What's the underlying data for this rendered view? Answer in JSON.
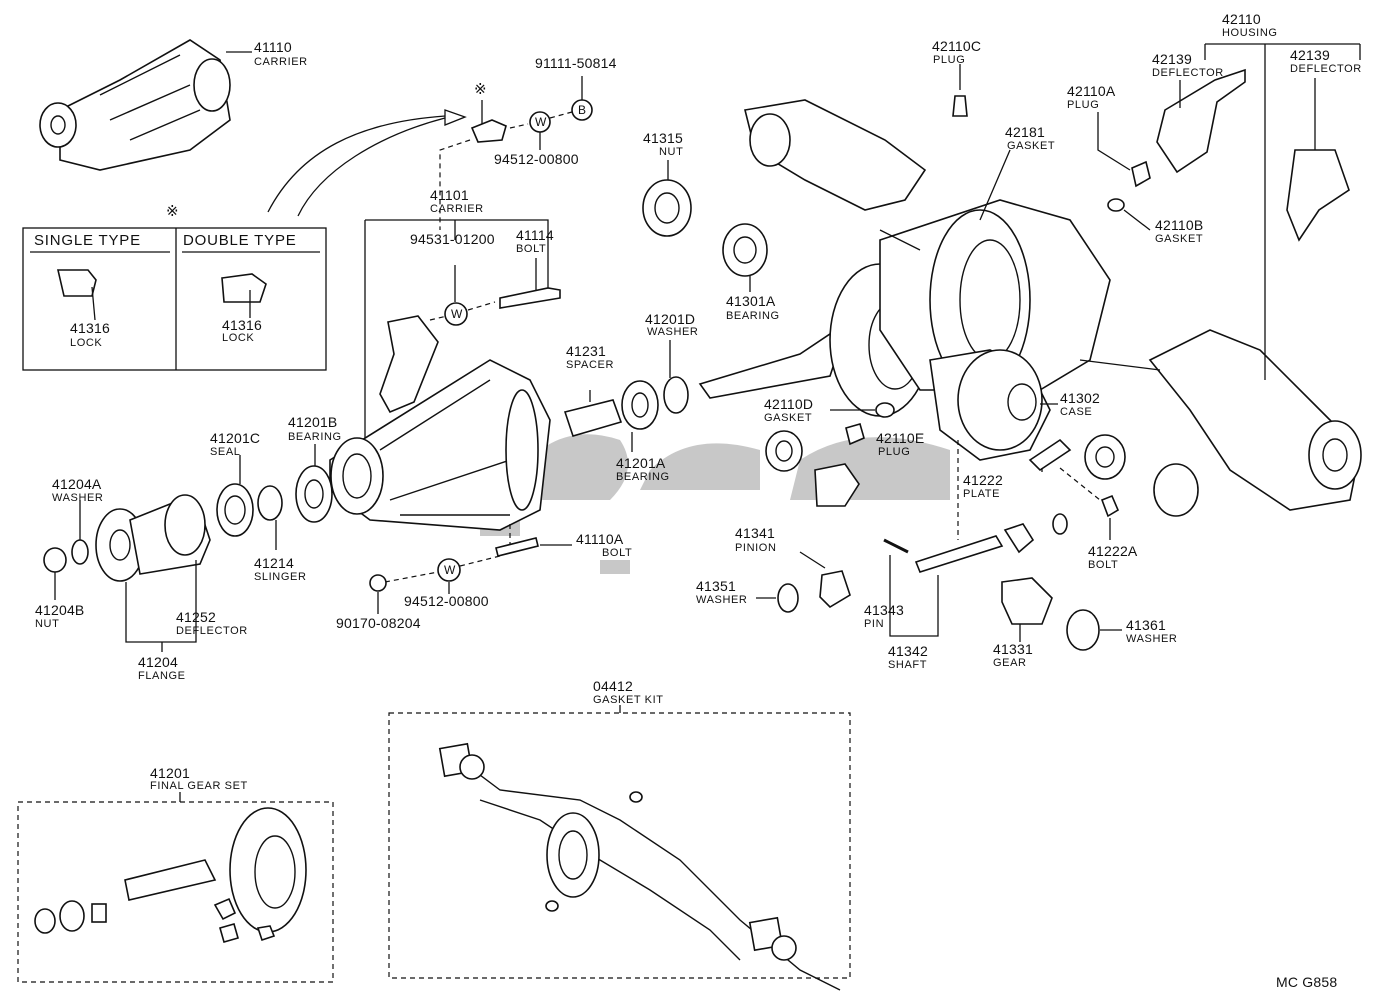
{
  "labels": {
    "carrier_41110": {
      "no": "41110",
      "name": "CARRIER"
    },
    "bolt_91111": {
      "no": "91111-50814"
    },
    "washer_94512_top": {
      "no": "94512-00800"
    },
    "nut_41315": {
      "no": "41315",
      "name": "NUT"
    },
    "carrier_41101": {
      "no": "41101",
      "name": "CARRIER"
    },
    "part_94531": {
      "no": "94531-01200"
    },
    "bolt_41114": {
      "no": "41114",
      "name": "BOLT"
    },
    "lock_single": {
      "no": "41316",
      "name": "LOCK"
    },
    "lock_double": {
      "no": "41316",
      "name": "LOCK"
    },
    "bearing_41301A": {
      "no": "41301A",
      "name": "BEARING"
    },
    "washer_41201D": {
      "no": "41201D",
      "name": "WASHER"
    },
    "spacer_41231": {
      "no": "41231",
      "name": "SPACER"
    },
    "bearing_41201A": {
      "no": "41201A",
      "name": "BEARING"
    },
    "bearing_41201B": {
      "no": "41201B",
      "name": "BEARING"
    },
    "seal_41201C": {
      "no": "41201C",
      "name": "SEAL"
    },
    "washer_41204A": {
      "no": "41204A",
      "name": "WASHER"
    },
    "nut_41204B": {
      "no": "41204B",
      "name": "NUT"
    },
    "slinger_41214": {
      "no": "41214",
      "name": "SLINGER"
    },
    "deflector_41252": {
      "no": "41252",
      "name": "DEFLECTOR"
    },
    "flange_41204": {
      "no": "41204",
      "name": "FLANGE"
    },
    "bolt_41110A": {
      "no": "41110A",
      "name": "BOLT"
    },
    "washer_94512_bottom": {
      "no": "94512-00800"
    },
    "nut_90170": {
      "no": "90170-08204"
    },
    "housing_42110": {
      "no": "42110",
      "name": "HOUSING"
    },
    "plug_42110C": {
      "no": "42110C",
      "name": "PLUG"
    },
    "plug_42110A": {
      "no": "42110A",
      "name": "PLUG"
    },
    "deflector_42139_left": {
      "no": "42139",
      "name": "DEFLECTOR"
    },
    "deflector_42139_right": {
      "no": "42139",
      "name": "DEFLECTOR"
    },
    "gasket_42181": {
      "no": "42181",
      "name": "GASKET"
    },
    "gasket_42110B": {
      "no": "42110B",
      "name": "GASKET"
    },
    "gasket_42110D": {
      "no": "42110D",
      "name": "GASKET"
    },
    "plug_42110E": {
      "no": "42110E",
      "name": "PLUG"
    },
    "case_41302": {
      "no": "41302",
      "name": "CASE"
    },
    "plate_41222": {
      "no": "41222",
      "name": "PLATE"
    },
    "bolt_41222A": {
      "no": "41222A",
      "name": "BOLT"
    },
    "pinion_41341": {
      "no": "41341",
      "name": "PINION"
    },
    "washer_41351": {
      "no": "41351",
      "name": "WASHER"
    },
    "pin_41343": {
      "no": "41343",
      "name": "PIN"
    },
    "shaft_41342": {
      "no": "41342",
      "name": "SHAFT"
    },
    "gear_41331": {
      "no": "41331",
      "name": "GEAR"
    },
    "washer_41361": {
      "no": "41361",
      "name": "WASHER"
    },
    "gasket_kit_04412": {
      "no": "04412",
      "name": "GASKET KIT"
    },
    "final_gear_41201": {
      "no": "41201",
      "name": "FINAL GEAR SET"
    }
  },
  "inset": {
    "mark": "※",
    "single_type": "SINGLE TYPE",
    "double_type": "DOUBLE TYPE"
  },
  "symbols": {
    "note_mark": "※",
    "w": "W",
    "b": "B"
  },
  "footer_code": "MC G858"
}
